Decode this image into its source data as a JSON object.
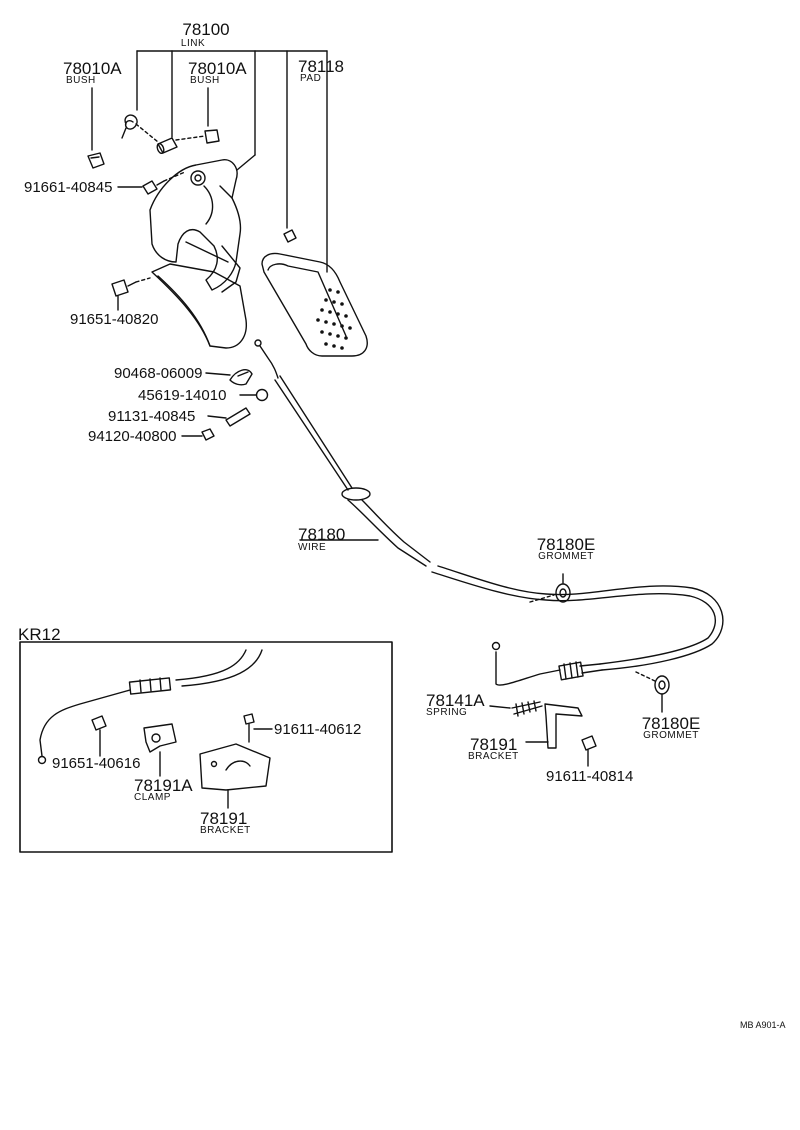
{
  "callouts": {
    "link_no": "78100",
    "link_name": "LINK",
    "bush_left_no": "78010A",
    "bush_left_name": "BUSH",
    "bush_mid_no": "78010A",
    "bush_mid_name": "BUSH",
    "pad_no": "78118",
    "pad_name": "PAD",
    "bolt_upper": "91661-40845",
    "bolt_lower": "91651-40820",
    "clip": "90468-06009",
    "plug": "45619-14010",
    "bolt_mid": "91131-40845",
    "nut": "94120-40800",
    "wire_no": "78180",
    "wire_name": "WIRE",
    "grommet_upper_no": "78180E",
    "grommet_upper_name": "GROMMET",
    "grommet_lower_no": "78180E",
    "grommet_lower_name": "GROMMET",
    "spring_no": "78141A",
    "spring_name": "SPRING",
    "bracket_right_no": "78191",
    "bracket_right_name": "BRACKET",
    "bolt_right": "91611-40814"
  },
  "inset": {
    "title": "KR12",
    "bolt_a": "91651-40616",
    "bolt_b": "91611-40612",
    "clamp_no": "78191A",
    "clamp_name": "CLAMP",
    "bracket_no": "78191",
    "bracket_name": "BRACKET"
  },
  "footer": {
    "code": "MB A901-A"
  }
}
